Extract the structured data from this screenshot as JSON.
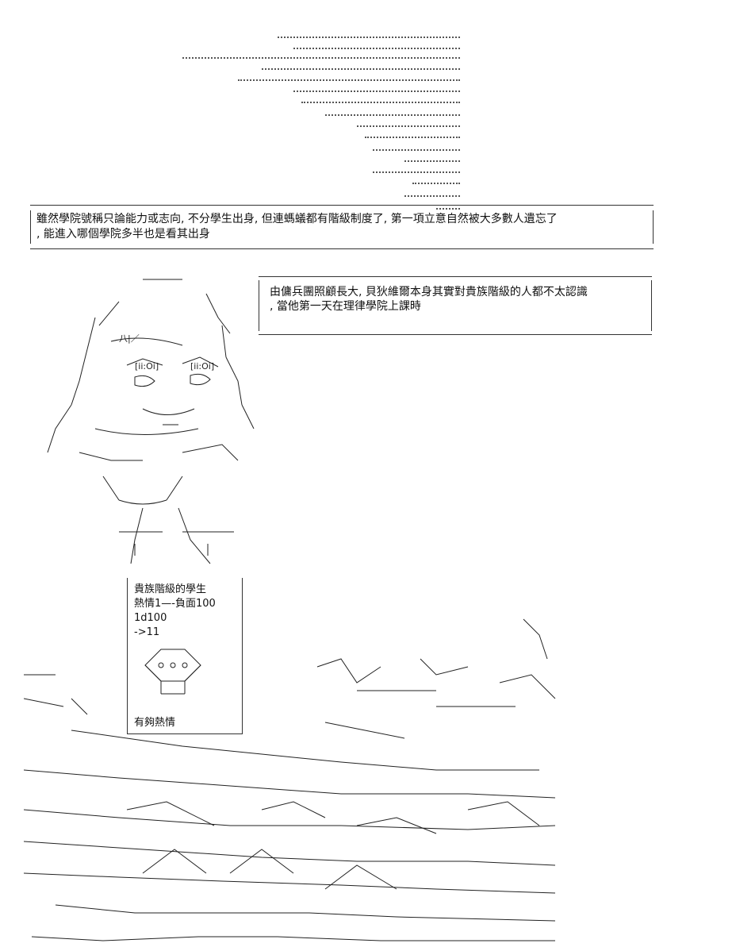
{
  "caption_top": {
    "line1": "雖然學院號稱只論能力或志向, 不分學生出身, 但連螞蟻都有階級制度了, 第一項立意自然被大多數人遺忘了",
    "line2": ", 能進入哪個學院多半也是看其出身"
  },
  "caption_mid": {
    "line1": "由傭兵團照顧長大, 貝狄維爾本身其實對貴族階級的人都不太認識",
    "line2": ", 當他第一天在理律學院上課時"
  },
  "stat_box": {
    "line1": "貴族階級的學生",
    "line2": "熱情1—-負面100",
    "line3": "1d100",
    "line4": "->11",
    "footer": "有夠熱情"
  },
  "colors": {
    "ink": "#111111",
    "paper": "#ffffff"
  }
}
